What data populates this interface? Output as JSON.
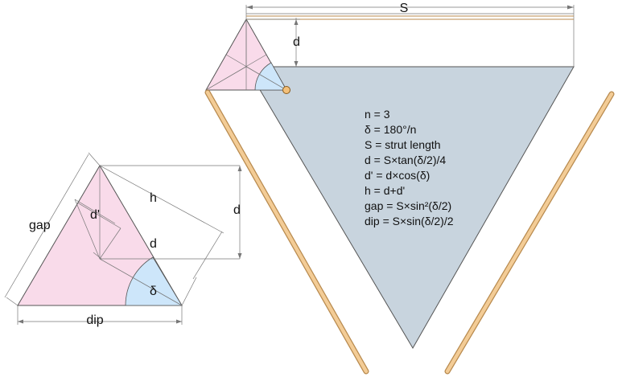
{
  "colors": {
    "triangle_fill": "#c8d4de",
    "pink_fill": "#f9dbea",
    "blue_fill": "#cde6fa",
    "strut_fill": "#f3cc96",
    "strut_stroke": "#b88a4e",
    "dim_line": "#777777",
    "edge": "#555555",
    "hinge_fill": "#f3c07a"
  },
  "labels": {
    "S": "S",
    "d_top": "d",
    "gap": "gap",
    "d_prime": "d'",
    "h": "h",
    "d_right": "d",
    "d_inner": "d",
    "delta": "δ",
    "dip": "dip"
  },
  "formulas": [
    "n  = 3",
    "δ  = 180°/n",
    "S  = strut length",
    "d  = S×tan(δ/2)/4",
    "d' = d×cos(δ)",
    "h = d+d'",
    "gap = S×sin²(δ/2)",
    "dip = S×sin(δ/2)/2"
  ]
}
